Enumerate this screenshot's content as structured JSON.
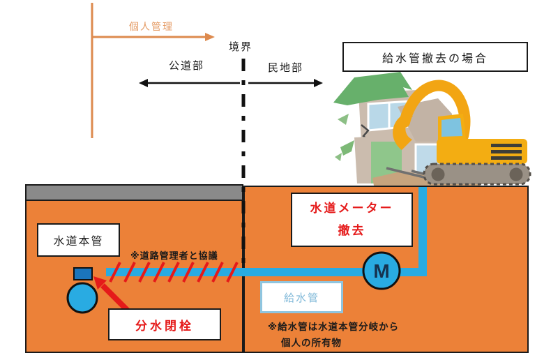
{
  "header": {
    "personal_management": "個人管理",
    "boundary": "境界",
    "public_road": "公道部",
    "private_land": "民地部",
    "title": "給水管撤去の場合"
  },
  "labels": {
    "water_main": "水道本管",
    "road_admin_note": "※道路管理者と協議",
    "meter_removal_line1": "水道メーター",
    "meter_removal_line2": "撤去",
    "meter_symbol": "M",
    "supply_pipe": "給水管",
    "branch_closure": "分水閉栓",
    "ownership_note_line1": "※給水管は水道本管分岐から",
    "ownership_note_line2": "個人の所有物"
  },
  "colors": {
    "ground_orange": "#EC8138",
    "road_gray": "#8A8A8A",
    "pipe_blue": "#29ABE2",
    "branch_valve_blue": "#1B75BC",
    "alert_red": "#E51A1A",
    "axis_orange": "#DD8A4E",
    "supply_pipe_label_blue": "#7FB8D8",
    "excavator_yellow": "#F2A513"
  }
}
